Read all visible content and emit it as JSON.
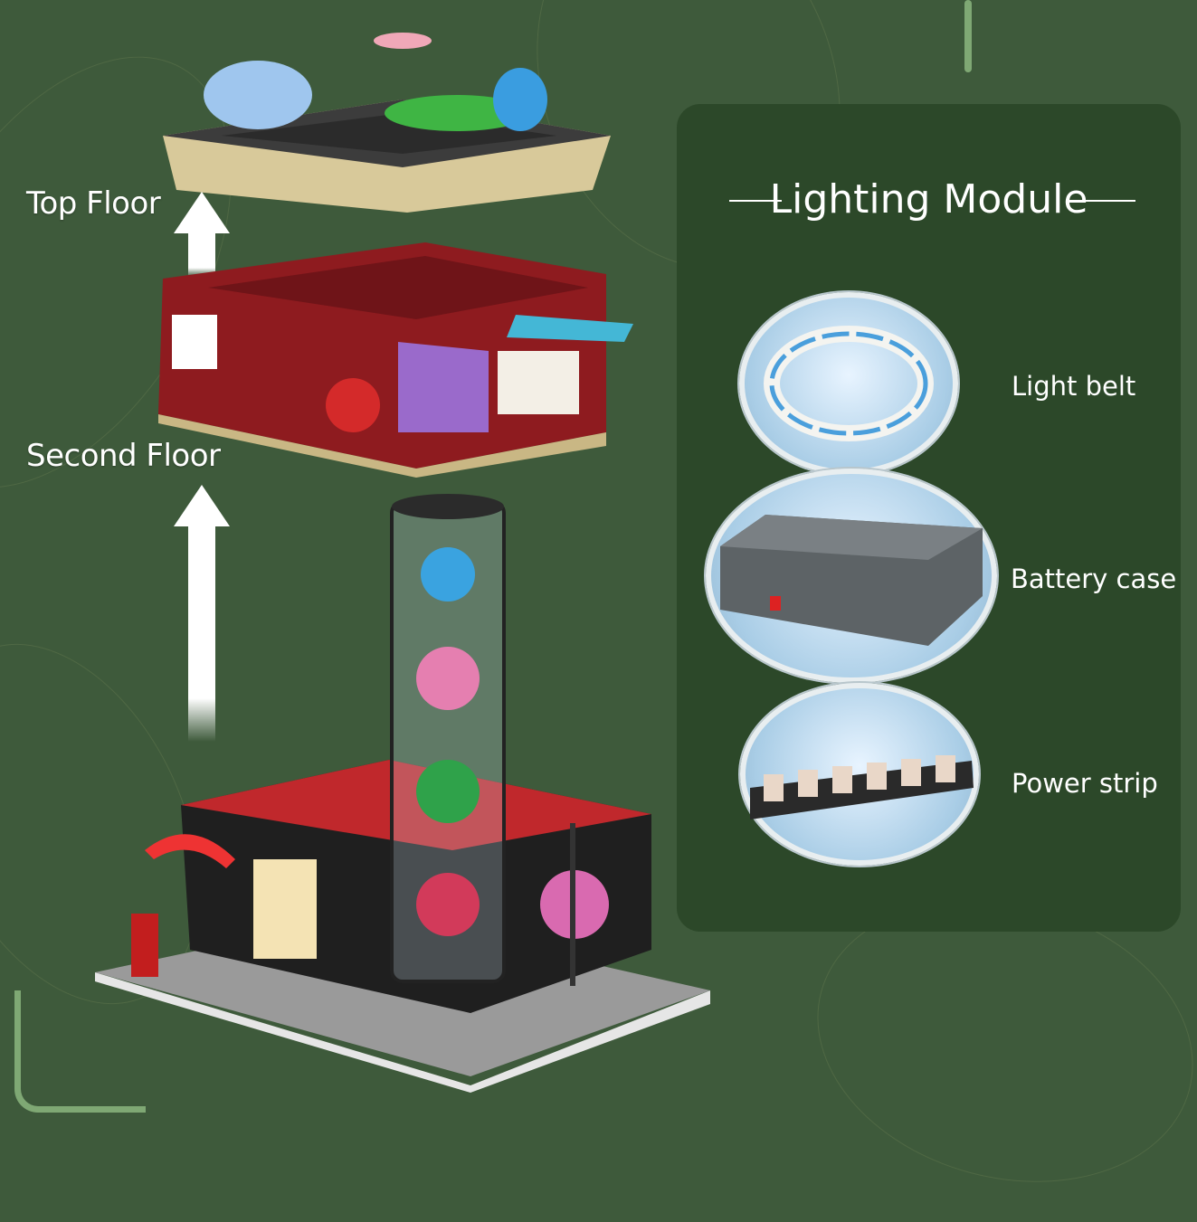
{
  "floors": {
    "top_floor_label": "Top Floor",
    "second_floor_label": "Second Floor"
  },
  "lighting_module": {
    "title": "Lighting Module",
    "items": [
      {
        "label": "Light belt",
        "icon": "light-belt-icon"
      },
      {
        "label": "Battery case",
        "icon": "battery-case-icon"
      },
      {
        "label": "Power strip",
        "icon": "power-strip-icon"
      }
    ]
  },
  "colors": {
    "background": "#3e5a3b",
    "panel": "#2c4829",
    "accent": "#7fa874"
  }
}
